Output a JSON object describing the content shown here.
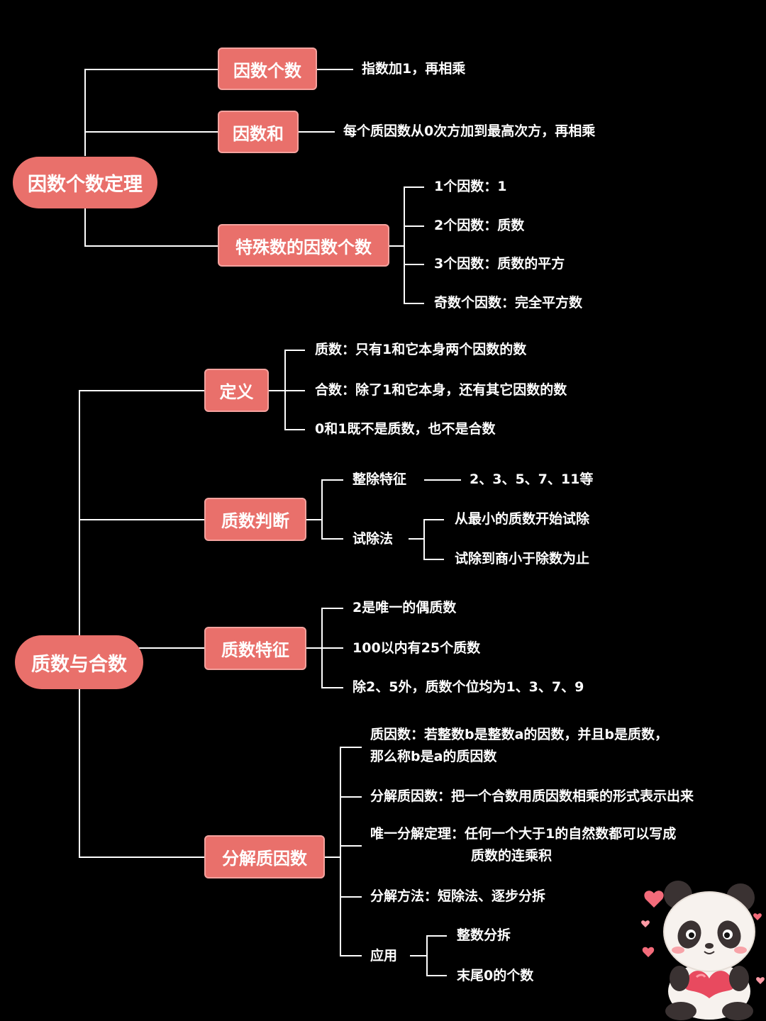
{
  "colors": {
    "background": "#000000",
    "node_fill": "#e9706b",
    "node_border": "#f4a29e",
    "line": "#ffffff",
    "text": "#ffffff"
  },
  "sec1": {
    "root": "因数个数定理",
    "b1": {
      "label": "因数个数",
      "leaf": "指数加1，再相乘"
    },
    "b2": {
      "label": "因数和",
      "leaf": "每个质因数从0次方加到最高次方，再相乘"
    },
    "b3": {
      "label": "特殊数的因数个数",
      "leaves": [
        "1个因数：1",
        "2个因数：质数",
        "3个因数：质数的平方",
        "奇数个因数：完全平方数"
      ]
    }
  },
  "sec2": {
    "root": "质数与合数",
    "b1": {
      "label": "定义",
      "leaves": [
        "质数：只有1和它本身两个因数的数",
        "合数：除了1和它本身，还有其它因数的数",
        "0和1既不是质数，也不是合数"
      ]
    },
    "b2": {
      "label": "质数判断",
      "sub1": {
        "label": "整除特征",
        "leaf": "2、3、5、7、11等"
      },
      "sub2": {
        "label": "试除法",
        "leaves": [
          "从最小的质数开始试除",
          "试除到商小于除数为止"
        ]
      }
    },
    "b3": {
      "label": "质数特征",
      "leaves": [
        "2是唯一的偶质数",
        "100以内有25个质数",
        "除2、5外，质数个位均为1、3、7、9"
      ]
    },
    "b4": {
      "label": "分解质因数",
      "leaf1_line1": "质因数：若整数b是整数a的因数，并且b是质数，",
      "leaf1_line2": "那么称b是a的质因数",
      "leaf2": "分解质因数：把一个合数用质因数相乘的形式表示出来",
      "leaf3_line1": "唯一分解定理：任何一个大于1的自然数都可以写成",
      "leaf3_line2": "质数的连乘积",
      "leaf4": "分解方法：短除法、逐步分拆",
      "sub": {
        "label": "应用",
        "leaves": [
          "整数分拆",
          "末尾0的个数"
        ]
      }
    }
  },
  "decor": {
    "icon": "panda-heart-icon"
  }
}
